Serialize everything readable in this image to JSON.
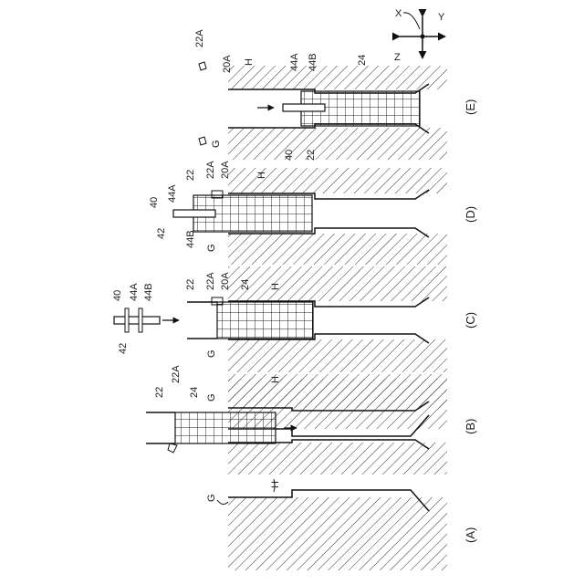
{
  "figure": {
    "panels": [
      {
        "caption": "(A)",
        "labels": {
          "G": "G",
          "H": "H"
        }
      },
      {
        "caption": "(B)",
        "labels": {
          "G": "G",
          "H": "H",
          "cage": "24",
          "frame": "22",
          "frame_part": "22A"
        }
      },
      {
        "caption": "(C)",
        "labels": {
          "G": "G",
          "H": "H",
          "cage": "24",
          "frame": "22",
          "frame_part": "22A",
          "head": "20A",
          "jig": "40",
          "jig_bottom": "42",
          "arm_a": "44A",
          "arm_b": "44B"
        }
      },
      {
        "caption": "(D)",
        "labels": {
          "G": "G",
          "H": "H",
          "frame": "22",
          "frame_part": "22A",
          "head": "20A",
          "jig": "40",
          "jig_bottom": "42",
          "arm_a": "44A",
          "arm_b": "44B"
        }
      },
      {
        "caption": "(E)",
        "labels": {
          "G": "G",
          "H": "H",
          "cage": "24",
          "frame": "22",
          "frame_part": "22A",
          "head": "20A",
          "jig": "40",
          "arm_a": "44A",
          "arm_b": "44B"
        }
      }
    ],
    "axes": {
      "x": "X",
      "y": "Y",
      "z": "Z"
    }
  }
}
